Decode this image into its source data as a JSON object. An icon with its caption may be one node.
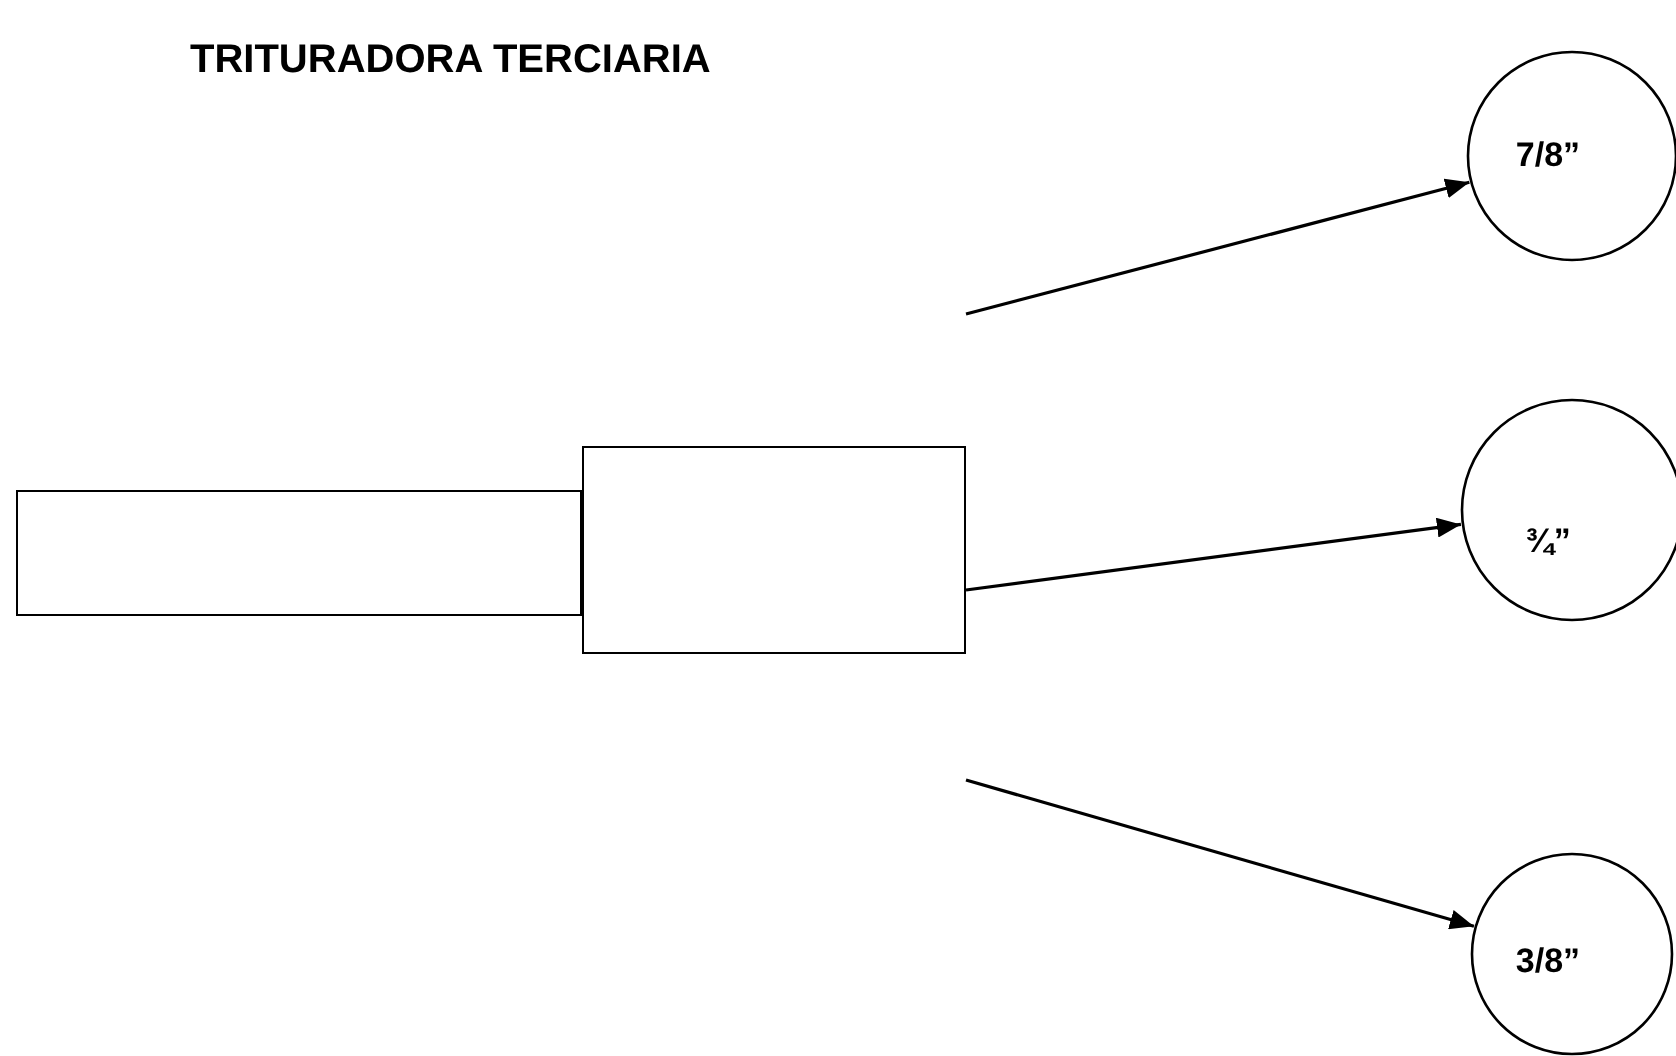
{
  "diagram": {
    "title": "TRITURADORA TERCIARIA",
    "nodes": [
      {
        "text": [],
        "shape": "box"
      },
      {
        "text": [],
        "shape": "box"
      },
      {
        "text": [
          "7/8”"
        ]
      },
      {
        "text": [
          "¾”"
        ]
      },
      {
        "text": [
          "3/8”"
        ]
      }
    ],
    "edges": [
      {
        "from": null,
        "to": 2,
        "arrow": "to"
      },
      {
        "from": 1,
        "to": 3,
        "arrow": "to"
      },
      {
        "from": null,
        "to": 4,
        "arrow": "to"
      }
    ]
  }
}
